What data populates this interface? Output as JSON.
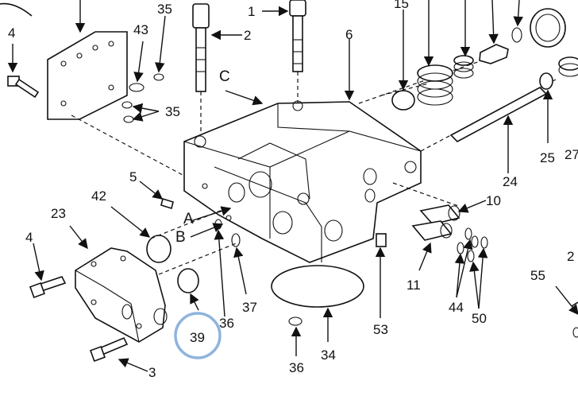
{
  "callouts": {
    "c1": "1",
    "c2": "2",
    "c3": "3",
    "c4a": "4",
    "c4b": "4",
    "c5": "5",
    "c6": "6",
    "c10": "10",
    "c11": "11",
    "c15": "15",
    "c23": "23",
    "c24": "24",
    "c25": "25",
    "c27": "27",
    "c34": "34",
    "c35a": "35",
    "c35b": "35",
    "c36a": "36",
    "c36b": "36",
    "c37": "37",
    "c39": "39",
    "c42": "42",
    "c43": "43",
    "c44": "44",
    "c50": "50",
    "c53": "53",
    "c55": "55",
    "c2edge": "2"
  },
  "letters": {
    "C": "C",
    "A": "A",
    "B": "B"
  },
  "highlight": {
    "label": "39",
    "color": "#8fb4dd"
  }
}
